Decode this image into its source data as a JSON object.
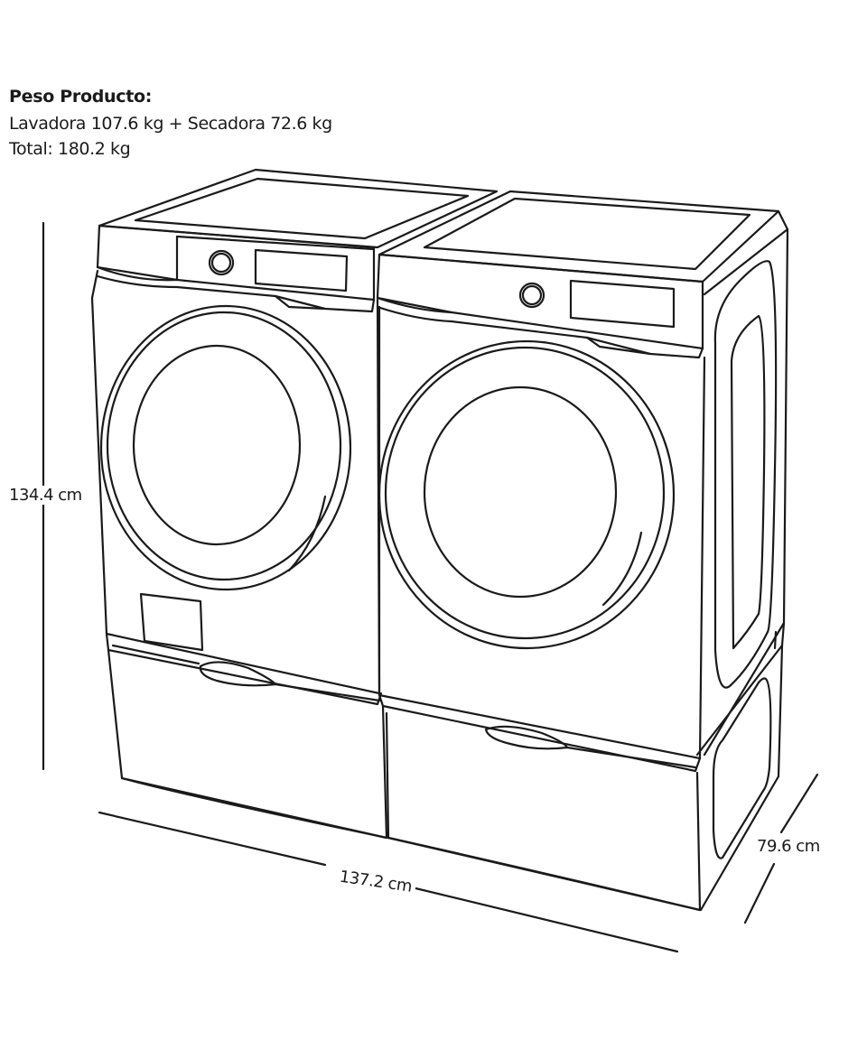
{
  "weight": {
    "title": "Peso Producto:",
    "line1": "Lavadora 107.6 kg + Secadora 72.6 kg",
    "line2": "Total: 180.2 kg"
  },
  "dimensions": {
    "height": "134.4 cm",
    "width": "137.2 cm",
    "depth": "79.6 cm"
  },
  "colors": {
    "stroke": "#1a1a1a",
    "background": "#ffffff"
  }
}
